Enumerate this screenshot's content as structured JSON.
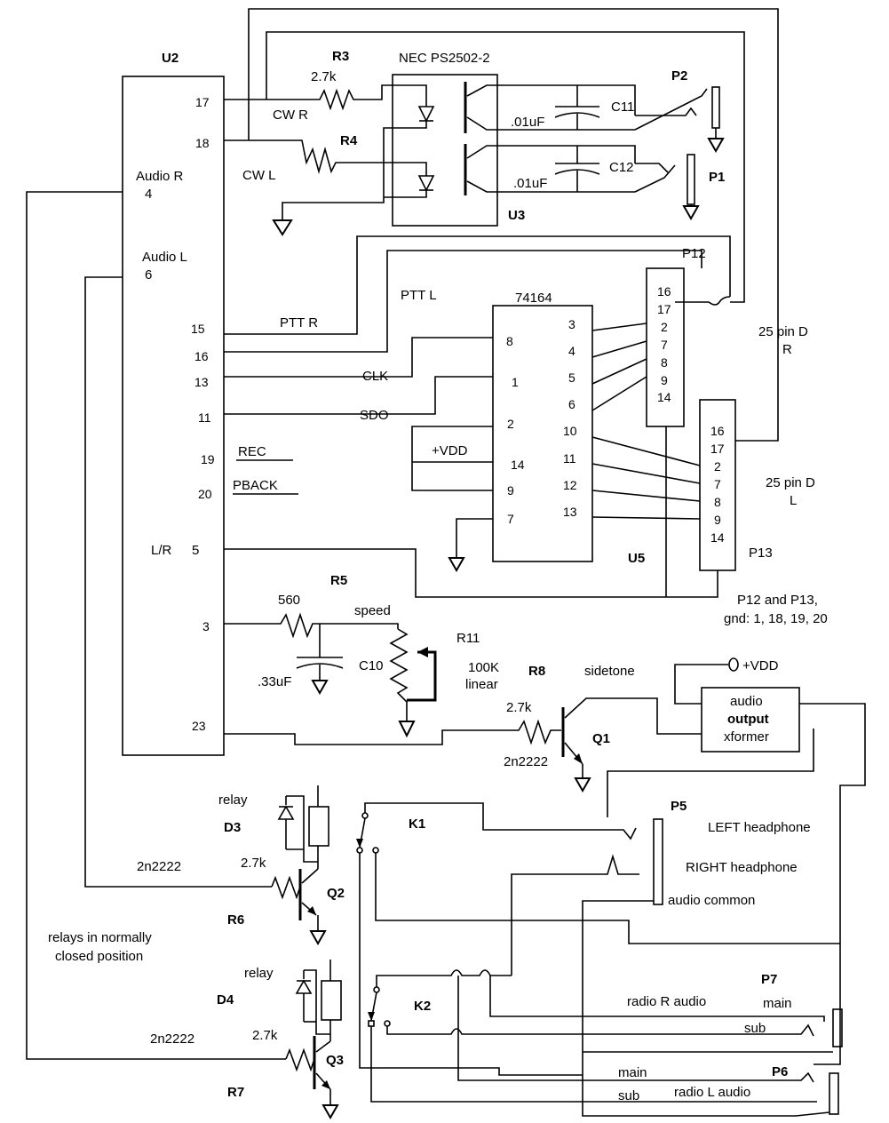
{
  "components": {
    "u2": {
      "ref": "U2",
      "audio_r": "Audio R",
      "audio_r_pin": "4",
      "audio_l": "Audio L",
      "audio_l_pin": "6",
      "lr": "L/R",
      "lr_pin": "5",
      "pins_right": [
        "17",
        "18",
        "15",
        "16",
        "13",
        "11",
        "19",
        "20",
        "3",
        "23"
      ]
    },
    "u3": {
      "ref": "U3",
      "part": "NEC PS2502-2"
    },
    "u5": {
      "ref": "U5",
      "part": "74164",
      "pins_left": [
        "8",
        "1",
        "2",
        "14",
        "9",
        "7"
      ],
      "pins_right": [
        "3",
        "4",
        "5",
        "6",
        "10",
        "11",
        "12",
        "13"
      ]
    },
    "p12": {
      "ref": "P12",
      "pins": [
        "16",
        "17",
        "2",
        "7",
        "8",
        "9",
        "14"
      ]
    },
    "p13": {
      "ref": "P13",
      "pins": [
        "16",
        "17",
        "2",
        "7",
        "8",
        "9",
        "14"
      ]
    },
    "r3": {
      "ref": "R3",
      "value": "2.7k"
    },
    "r4": {
      "ref": "R4"
    },
    "r5": {
      "ref": "R5",
      "value": "560"
    },
    "r6": {
      "ref": "R6",
      "value": "2.7k"
    },
    "r7": {
      "ref": "R7",
      "value": "2.7k"
    },
    "r8": {
      "ref": "R8",
      "value": "2.7k"
    },
    "r11": {
      "ref": "R11",
      "value1": "100K",
      "value2": "linear"
    },
    "c10": {
      "ref": "C10",
      "value": ".33uF"
    },
    "c11": {
      "ref": "C11",
      "value": ".01uF"
    },
    "c12": {
      "ref": "C12",
      "value": ".01uF"
    },
    "q1": {
      "ref": "Q1",
      "part": "2n2222"
    },
    "q2": {
      "ref": "Q2",
      "part": "2n2222"
    },
    "q3": {
      "ref": "Q3",
      "part": "2n2222"
    },
    "d3": {
      "ref": "D3",
      "relay": "relay"
    },
    "d4": {
      "ref": "D4",
      "relay": "relay"
    },
    "k1": {
      "ref": "K1"
    },
    "k2": {
      "ref": "K2"
    },
    "p1": {
      "ref": "P1"
    },
    "p2": {
      "ref": "P2"
    },
    "p5": {
      "ref": "P5"
    },
    "p6": {
      "ref": "P6"
    },
    "p7": {
      "ref": "P7"
    }
  },
  "nets": {
    "cw_r": "CW R",
    "cw_l": "CW L",
    "ptt_r": "PTT R",
    "ptt_l": "PTT L",
    "clk": "CLK",
    "sdo": "SDO",
    "rec": "REC",
    "pback": "PBACK",
    "vdd": "+VDD",
    "vdd2": "+VDD",
    "speed": "speed",
    "sidetone": "sidetone"
  },
  "labels": {
    "dsub_r1": "25 pin D",
    "dsub_r2": "R",
    "dsub_l1": "25 pin D",
    "dsub_l2": "L",
    "gnd_note1": "P12 and P13,",
    "gnd_note2": "gnd: 1, 18, 19, 20",
    "xfmr1": "audio",
    "xfmr2": "output",
    "xfmr3": "xformer",
    "left_hp": "LEFT headphone",
    "right_hp": "RIGHT headphone",
    "audio_common": "audio common",
    "relay_note1": "relays in normally",
    "relay_note2": "closed position",
    "radio_r": "radio R audio",
    "radio_l": "radio L audio",
    "p7_main": "main",
    "p7_sub": "sub",
    "p6_main": "main",
    "p6_sub": "sub"
  }
}
